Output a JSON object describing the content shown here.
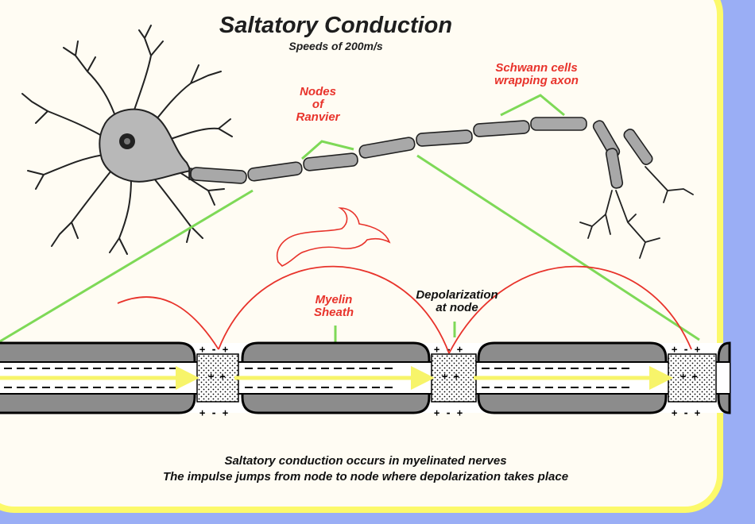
{
  "title": "Saltatory Conduction",
  "subtitle": "Speeds of 200m/s",
  "labels": {
    "nodes_l1": "Nodes",
    "nodes_l2": "of",
    "nodes_l3": "Ranvier",
    "schwann_l1": "Schwann cells",
    "schwann_l2": "wrapping axon",
    "myelin_l1": "Myelin",
    "myelin_l2": "Sheath",
    "depol_l1": "Depolarization",
    "depol_l2": "at node"
  },
  "caption": {
    "line1": "Saltatory conduction occurs in myelinated nerves",
    "line2": "The impulse jumps from node to node where depolarization takes place"
  },
  "colors": {
    "background": "#9aaef5",
    "frame_border": "#fcf96a",
    "panel": "#fffcf3",
    "label_red": "#e8332b",
    "pointer_green": "#7ed957",
    "arrow_yellow": "#f7f46a",
    "sheath_gray": "#8c8c8c"
  }
}
